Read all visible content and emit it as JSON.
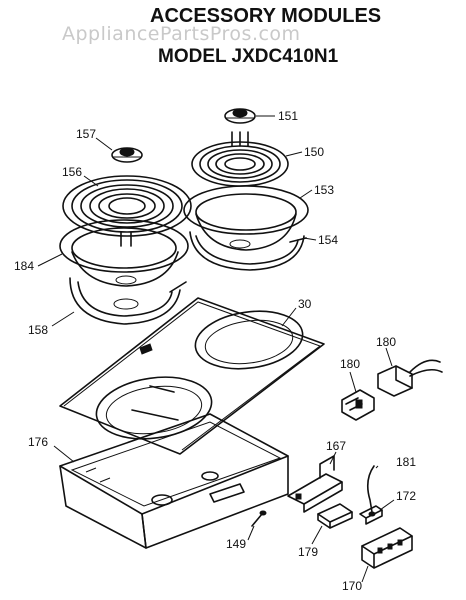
{
  "watermark": "AppliancePartsPros.com",
  "title": {
    "line1": "ACCESSORY MODULES",
    "line2": "MODEL JXDC410N1"
  },
  "labels": {
    "p151": "151",
    "p157": "157",
    "p150": "150",
    "p156": "156",
    "p153": "153",
    "p154": "154",
    "p184": "184",
    "p158": "158",
    "p30": "30",
    "p180a": "180",
    "p180b": "180",
    "p176": "176",
    "p167": "167",
    "p181": "181",
    "p172": "172",
    "p149": "149",
    "p179": "179",
    "p170": "170"
  }
}
